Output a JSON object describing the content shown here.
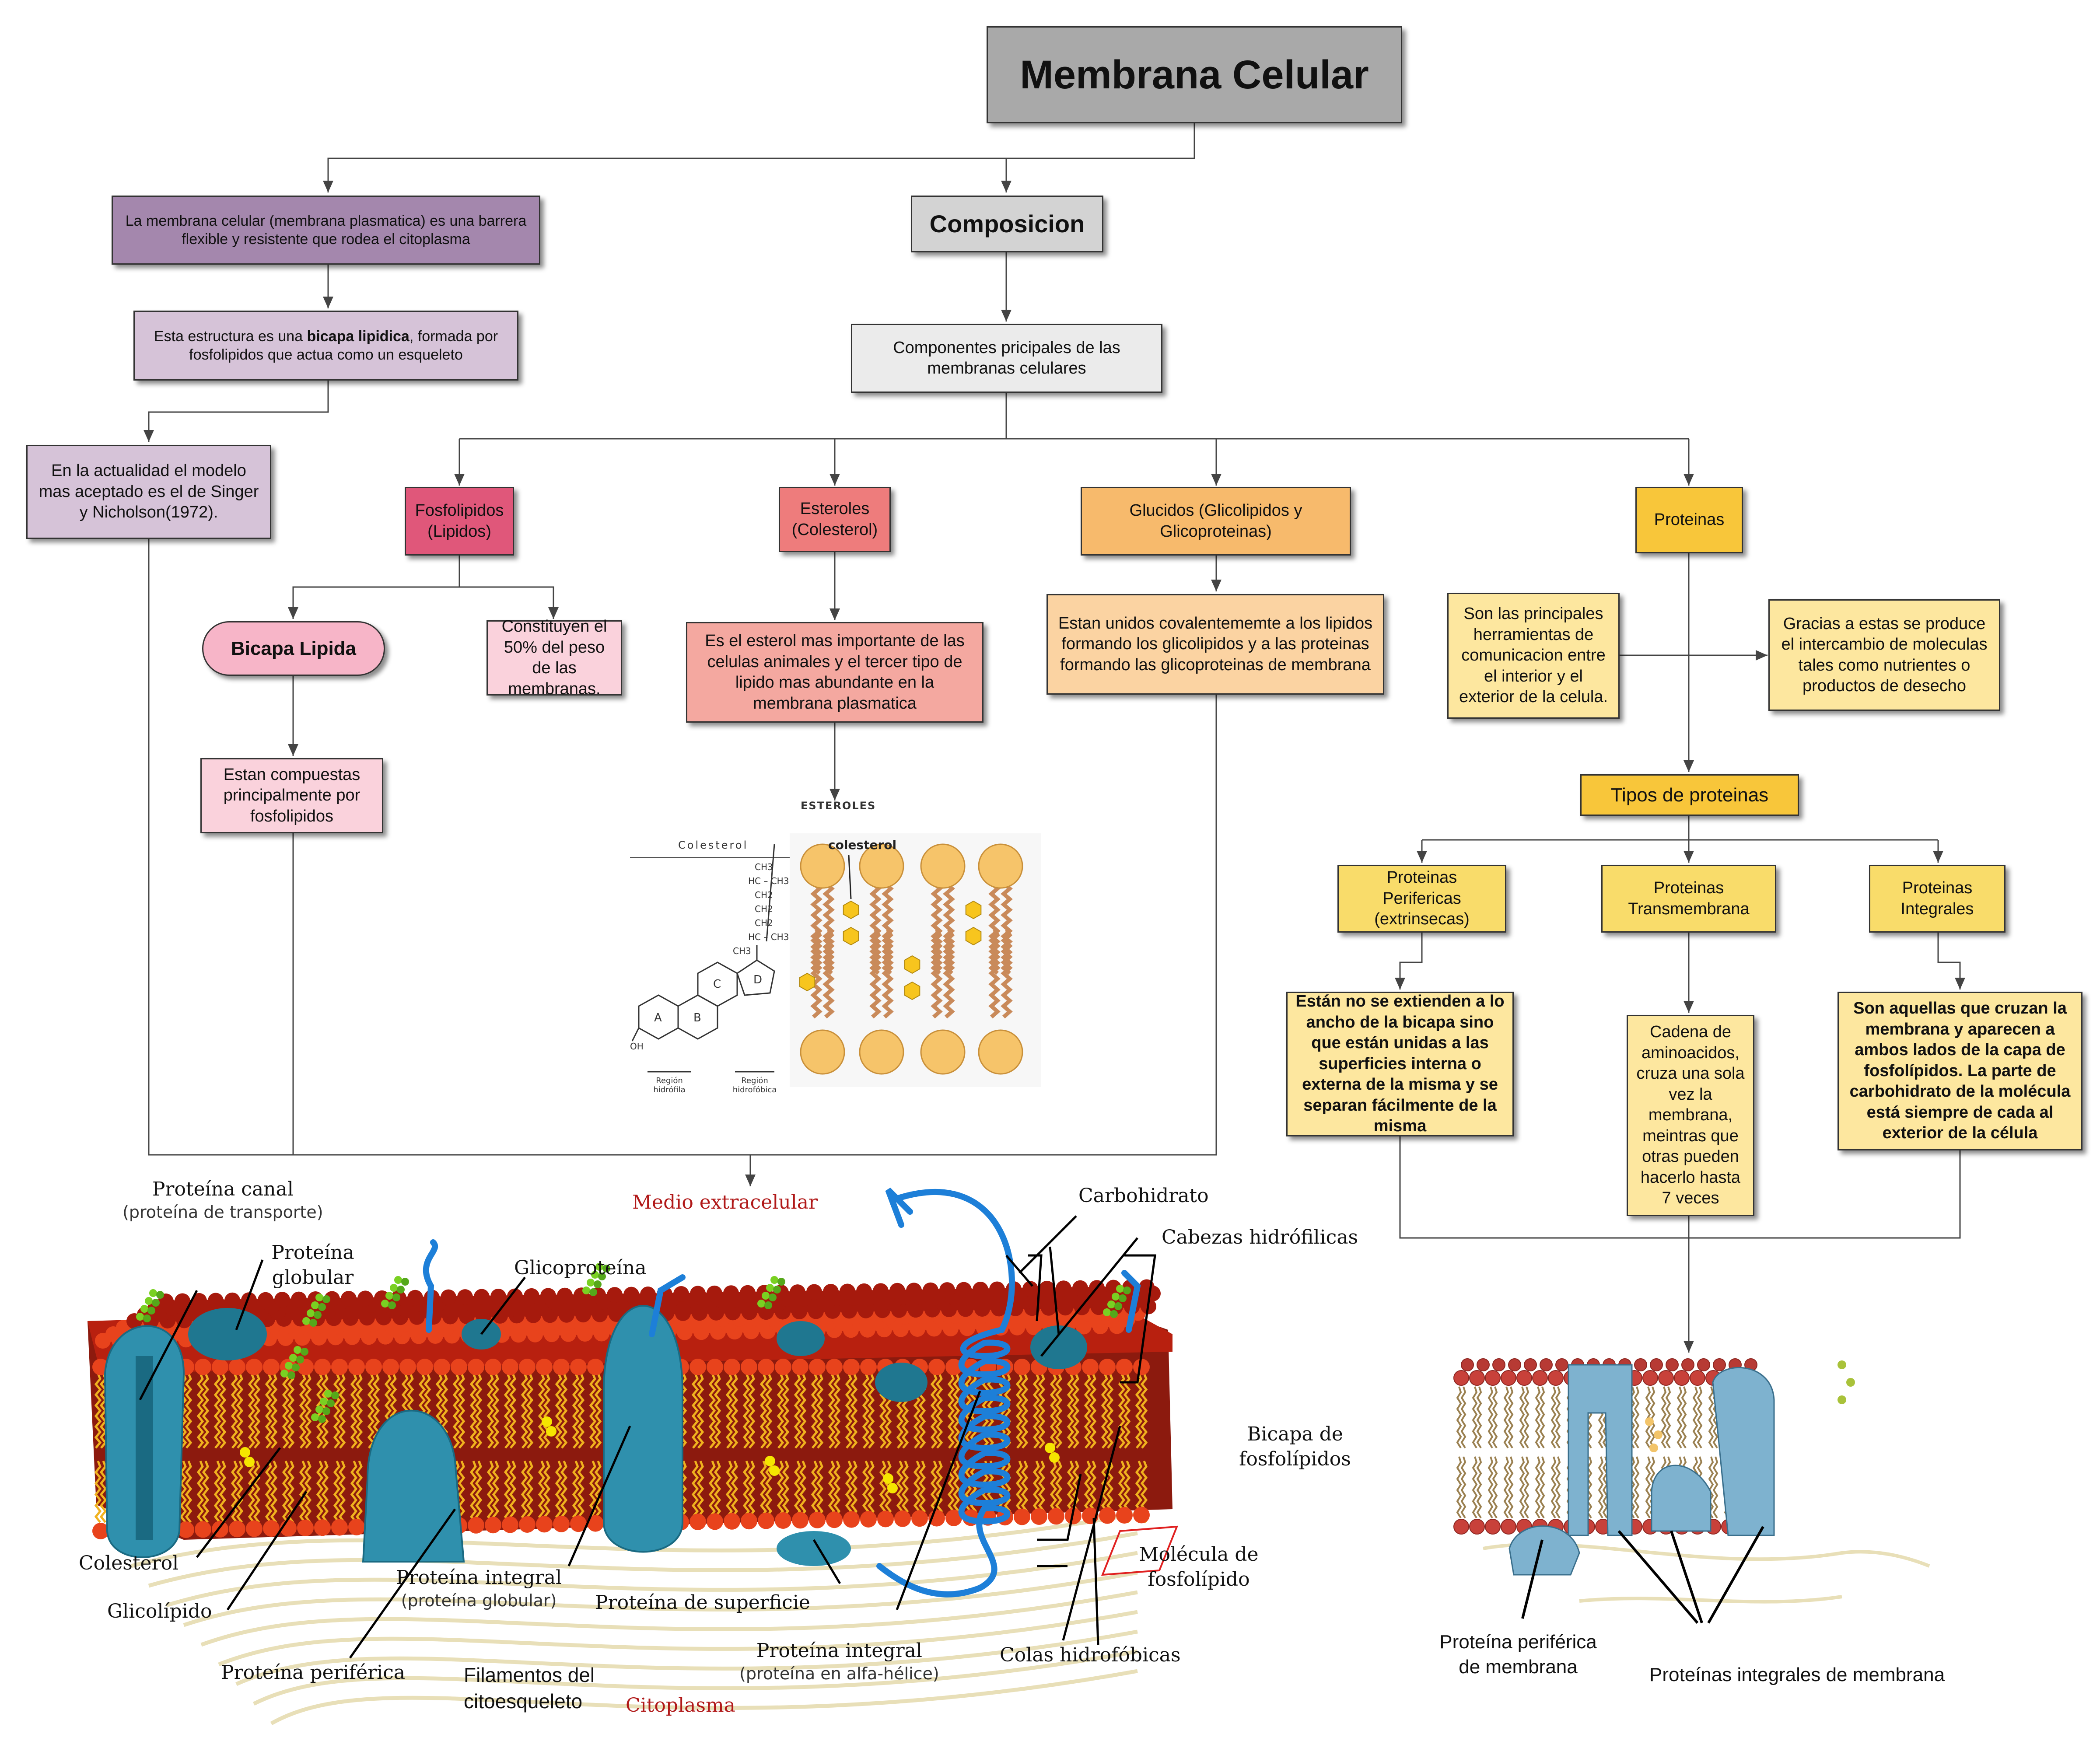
{
  "title": "Membrana Celular",
  "composicion": "Composicion",
  "left_column": {
    "definition": "La membrana celular (membrana plasmatica) es una barrera flexible y resistente que rodea el citoplasma",
    "bicapa_pre": "Esta estructura es una ",
    "bicapa_bold": "bicapa lipidica",
    "bicapa_post": ", formada por fosfolipidos que actua como un esqueleto",
    "modelo": "En la actualidad el modelo mas aceptado es el de Singer y Nicholson(1972)."
  },
  "componentes": "Componentes pricipales de las membranas celulares",
  "fosfolipidos": {
    "title": "Fosfolipidos (Lipidos)",
    "bicapa": "Bicapa Lipida",
    "peso": "Constituyen el 50% del peso de las membranas.",
    "compuestas": "Estan compuestas principalmente por fosfolipidos"
  },
  "esteroles": {
    "title": "Esteroles (Colesterol)",
    "desc": "Es el esterol mas importante de las celulas animales y el tercer tipo de lipido mas abundante en la membrana plasmatica",
    "figure": {
      "heading": "ESTEROLES",
      "colesterol": "Colesterol",
      "colesterol_label": "colesterol",
      "ring_labels": [
        "A",
        "B",
        "C",
        "D"
      ],
      "chain": [
        "CH3",
        "HC – CH3",
        "CH2",
        "CH2",
        "CH2",
        "HC – CH3",
        "CH3"
      ],
      "oh": "OH",
      "region1": "Región hidrófila",
      "region2": "Región hidrofóbica"
    }
  },
  "glucidos": {
    "title": "Glucidos (Glicolipidos y Glicoproteinas)",
    "desc": "Estan unidos covalentememte a los lipidos formando los glicolipidos y a las proteinas formando las glicoproteinas de membrana"
  },
  "proteinas": {
    "title": "Proteinas",
    "left": "Son las principales herramientas de comunicacion entre el interior y el exterior de la celula.",
    "right": "Gracias a estas se produce el intercambio de moleculas tales como nutrientes o productos de desecho",
    "tipos": "Tipos de proteinas",
    "perifericas": "Proteinas Perifericas (extrinsecas)",
    "transmembrana": "Proteinas Transmembrana",
    "integrales": "Proteinas Integrales",
    "perifericas_desc": "Están no se extienden a lo ancho de la bicapa sino que están unidas a las superficies interna o externa de la misma y se separan fácilmente de la misma",
    "transmembrana_desc": "Cadena de aminoacidos, cruza una sola vez la membrana, meintras que otras pueden hacerlo hasta 7 veces",
    "integrales_desc": "Son aquellas que cruzan la membrana y aparecen a ambos lados de la capa de fosfolípidos. La parte de carbohidrato de la molécula está siempre de cada al exterior de la célula"
  },
  "diagram_labels": {
    "canal": "Proteína canal",
    "canal_sub": "(proteína de transporte)",
    "globular": "Proteína globular",
    "glicoproteina": "Glicoproteína",
    "medio": "Medio extracelular",
    "carbohidrato": "Carbohidrato",
    "cabezas": "Cabezas hidrófilicas",
    "bicapa": "Bicapa de fosfolípidos",
    "molecula": "Molécula de fosfolípido",
    "colesterol": "Colesterol",
    "glicolipido": "Glicolípido",
    "integral": "Proteína integral",
    "integral_sub": "(proteína globular)",
    "superficie": "Proteína de superficie",
    "periferica": "Proteína periférica",
    "filamentos": "Filamentos del citoesqueleto",
    "citoplasma": "Citoplasma",
    "integral2": "Proteína integral",
    "integral2_sub": "(proteína en alfa-hélice)",
    "colas": "Colas hidrofóbicas",
    "periferica_membrana": "Proteína periférica de membrana",
    "integrales_membrana": "Proteínas integrales de membrana"
  },
  "colors": {
    "title_bg": "#a9a9a9",
    "purple": "#a487ad",
    "lilac": "#d6c3d8",
    "fosfo": "#e0577a",
    "pink": "#f7b5c8",
    "pink_light": "#fad2dc",
    "ester": "#ee7c7c",
    "salmon": "#f4a8a0",
    "glucidos": "#f7ba6c",
    "glucidos_light": "#fbd3a2",
    "proteinas": "#f8c63a",
    "yellow_light": "#fde79f",
    "yellow": "#f9dc6a",
    "lipid_head": "#e8431c",
    "lipid_tail": "#f0b21e",
    "protein": "#2f90ad",
    "helix": "#1d7fd8"
  }
}
